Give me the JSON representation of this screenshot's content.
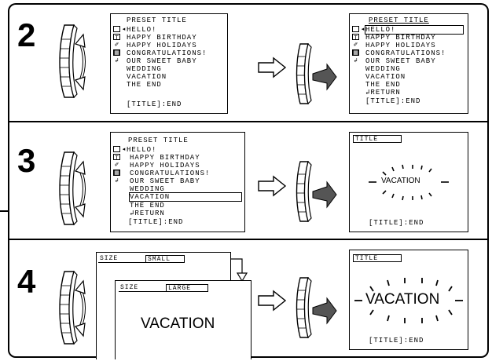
{
  "steps": {
    "s2": "2",
    "s3": "3",
    "s4": "4"
  },
  "menu": {
    "title": "PRESET TITLE",
    "items": [
      "HELLO!",
      "HAPPY BIRTHDAY",
      "HAPPY HOLIDAYS",
      "CONGRATULATIONS!",
      "OUR SWEET BABY",
      "WEDDING",
      "VACATION",
      "THE END"
    ],
    "return_label": "RETURN",
    "end_label": "[TITLE]:END"
  },
  "title_screen": {
    "tag": "TITLE",
    "word": "VACATION",
    "end_label": "[TITLE]:END"
  },
  "size_screens": {
    "size_label": "SIZE",
    "small": "SMALL",
    "large": "LARGE",
    "word": "VACATION"
  },
  "icons": [
    "arrow-outline-right-icon",
    "jog-dial-icon",
    "jog-dial-press-icon",
    "menu-sidebar-icons"
  ]
}
